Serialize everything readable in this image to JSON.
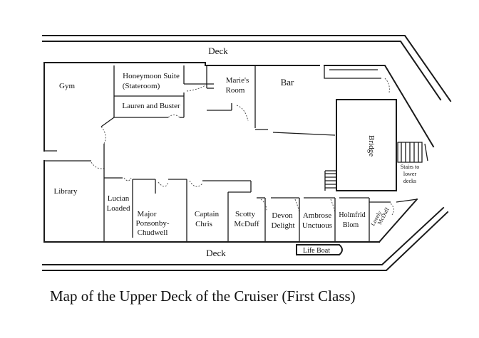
{
  "title": "Map of the Upper Deck of the Cruiser (First Class)",
  "deck": {
    "top": "Deck",
    "bottom": "Deck"
  },
  "rooms": {
    "gym": "Gym",
    "honeymoon_1": "Honeymoon Suite",
    "honeymoon_2": "(Stateroom)",
    "lauren": "Lauren and Buster",
    "marie_1": "Marie's",
    "marie_2": "Room",
    "bar": "Bar",
    "bridge": "Bridge",
    "stairs_1": "Stairs to",
    "stairs_2": "lower",
    "stairs_3": "decks",
    "library": "Library",
    "lucian_1": "Lucian",
    "lucian_2": "Loaded",
    "major_1": "Major",
    "major_2": "Ponsonby-",
    "major_3": "Chudwell",
    "captain_1": "Captain",
    "captain_2": "Chris",
    "scotty_1": "Scotty",
    "scotty_2": "McDuff",
    "devon_1": "Devon",
    "devon_2": "Delight",
    "ambrose_1": "Ambrose",
    "ambrose_2": "Unctuous",
    "holmfrid_1": "Holmfrid",
    "holmfrid_2": "Blom",
    "lovely_1": "Lovely",
    "lovely_2": "McDuff",
    "lifeboat": "Life Boat"
  }
}
